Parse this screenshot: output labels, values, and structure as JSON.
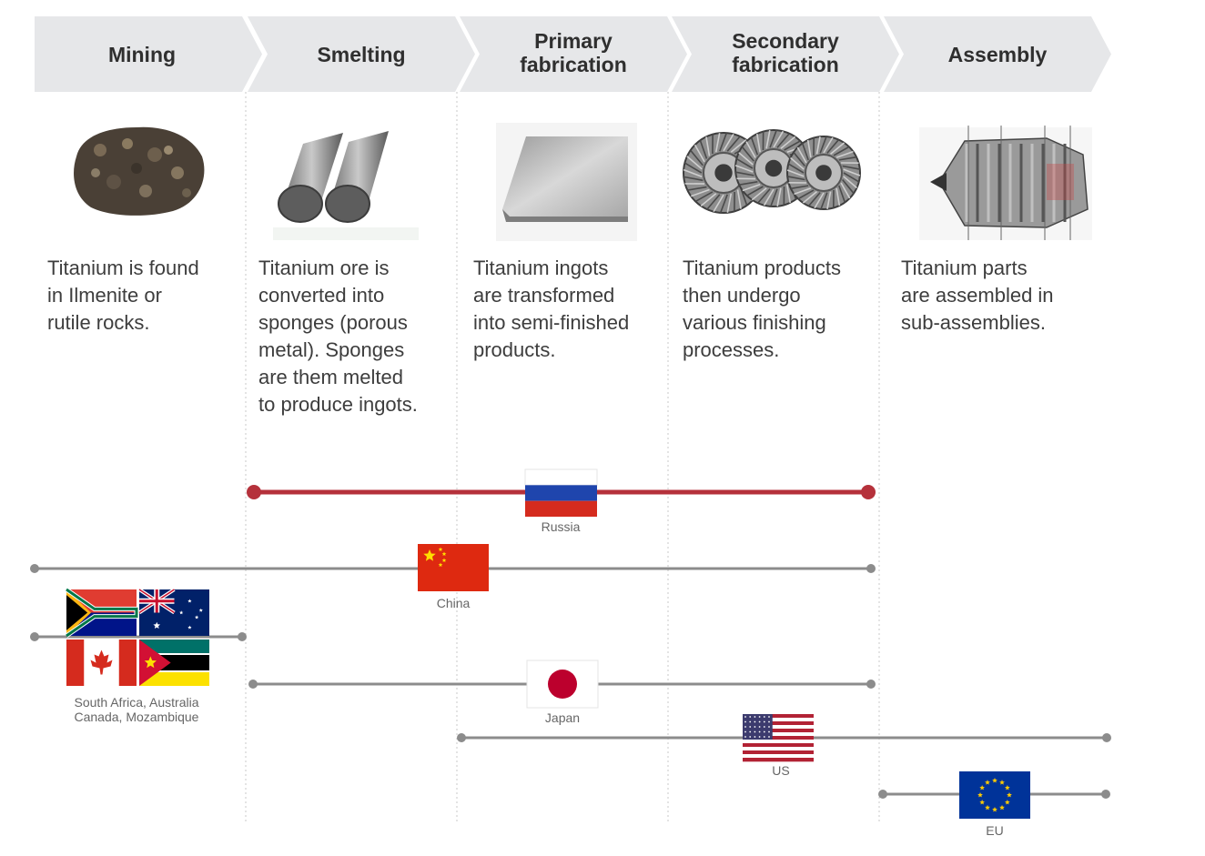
{
  "stages": [
    {
      "id": "mining",
      "title_lines": [
        "Mining"
      ],
      "image": "ore-rock-icon",
      "description": "Titanium is found in Ilmenite or rutile rocks.",
      "desc_lines": [
        "Titanium is found",
        "in Ilmenite or",
        "rutile rocks."
      ]
    },
    {
      "id": "smelting",
      "title_lines": [
        "Smelting"
      ],
      "image": "titanium-ingots-icon",
      "description": "Titanium ore is converted into sponges (porous metal). Sponges are them melted to produce ingots.",
      "desc_lines": [
        "Titanium ore is",
        "converted into",
        "sponges (porous",
        "metal). Sponges",
        "are them melted",
        "to produce ingots."
      ]
    },
    {
      "id": "primary",
      "title_lines": [
        "Primary",
        "fabrication"
      ],
      "image": "metal-plate-icon",
      "description": "Titanium ingots are transformed into semi-finished products.",
      "desc_lines": [
        "Titanium ingots",
        "are transformed",
        "into semi-finished",
        "products."
      ]
    },
    {
      "id": "secondary",
      "title_lines": [
        "Secondary",
        "fabrication"
      ],
      "image": "turbine-disks-icon",
      "description": "Titanium products then undergo various finishing processes.",
      "desc_lines": [
        "Titanium products",
        "then undergo",
        "various finishing",
        "processes."
      ]
    },
    {
      "id": "assembly",
      "title_lines": [
        "Assembly"
      ],
      "image": "jet-engine-icon",
      "description": "Titanium parts are assembled in sub-assemblies.",
      "desc_lines": [
        "Titanium parts",
        "are assembled in",
        "sub-assemblies."
      ]
    }
  ],
  "countries": [
    {
      "id": "russia",
      "label_lines": [
        "Russia"
      ],
      "from_stage": 1,
      "to_stage": 3,
      "highlight": true,
      "flags": [
        "russia-flag"
      ]
    },
    {
      "id": "china",
      "label_lines": [
        "China"
      ],
      "from_stage": 0,
      "to_stage": 3,
      "highlight": false,
      "flags": [
        "china-flag"
      ]
    },
    {
      "id": "sa-au-ca-mz",
      "label_lines": [
        "South Africa, Australia",
        "Canada, Mozambique"
      ],
      "from_stage": 0,
      "to_stage": 0,
      "highlight": false,
      "flags": [
        "south-africa-flag",
        "australia-flag",
        "canada-flag",
        "mozambique-flag"
      ]
    },
    {
      "id": "japan",
      "label_lines": [
        "Japan"
      ],
      "from_stage": 1,
      "to_stage": 3,
      "highlight": false,
      "flags": [
        "japan-flag"
      ]
    },
    {
      "id": "us",
      "label_lines": [
        "US"
      ],
      "from_stage": 2,
      "to_stage": 4,
      "highlight": false,
      "flags": [
        "us-flag"
      ]
    },
    {
      "id": "eu",
      "label_lines": [
        "EU"
      ],
      "from_stage": 4,
      "to_stage": 4,
      "highlight": false,
      "flags": [
        "eu-flag"
      ]
    }
  ],
  "colors": {
    "chevron_fill": "#e6e7e9",
    "highlight_line": "#b5313b",
    "normal_line": "#8c8c8c",
    "divider": "#c8c8c8"
  }
}
